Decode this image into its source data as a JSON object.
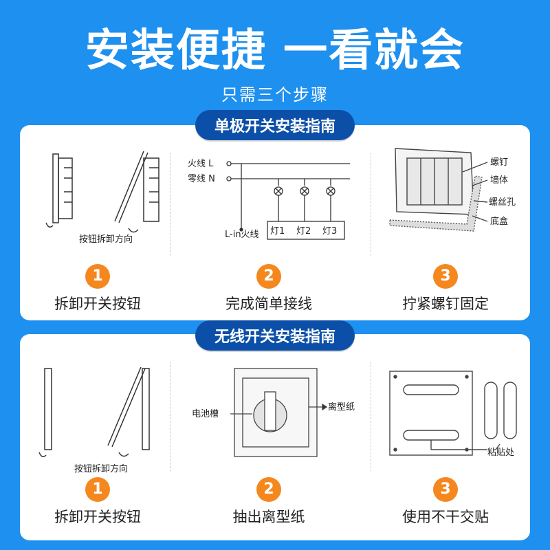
{
  "header": {
    "title": "安装便捷 一看就会",
    "subtitle": "只需三个步骤"
  },
  "section1": {
    "title": "单极开关安装指南",
    "col1": {
      "caption": "按钮拆卸方向",
      "step": "1",
      "label": "拆卸开关按钮"
    },
    "col2": {
      "live": "火线 L",
      "neutral": "零线 N",
      "lin": "L-in火线",
      "lamps": [
        "灯1",
        "灯2",
        "灯3"
      ],
      "step": "2",
      "label": "完成简单接线"
    },
    "col3": {
      "callouts": [
        "螺钉",
        "墙体",
        "螺丝孔",
        "底盒"
      ],
      "step": "3",
      "label": "拧紧螺钉固定"
    }
  },
  "section2": {
    "title": "无线开关安装指南",
    "col1": {
      "caption": "按钮拆卸方向",
      "step": "1",
      "label": "拆卸开关按钮"
    },
    "col2": {
      "battery": "电池槽",
      "release": "离型纸",
      "step": "2",
      "label": "抽出离型纸"
    },
    "col3": {
      "sticky": "粘贴处",
      "step": "3",
      "label": "使用不干交贴"
    }
  },
  "colors": {
    "background": "#1e90ef",
    "pill": "#0c4fa8",
    "step_circle": "#f5871f"
  }
}
